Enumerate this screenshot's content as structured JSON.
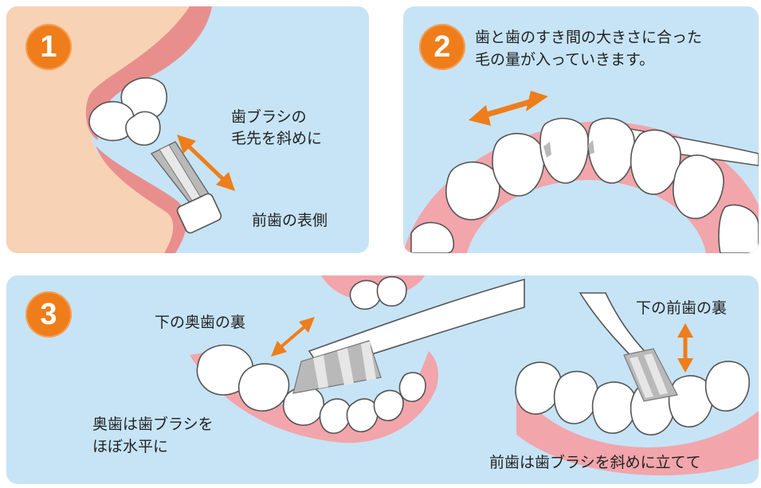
{
  "steps": [
    {
      "number": "1",
      "lines": [
        "歯ブラシの",
        "毛先を斜めに"
      ],
      "caption": "前歯の表側"
    },
    {
      "number": "2",
      "lines": [
        "歯と歯のすき間の大きさに合った",
        "毛の量が入っていきます。"
      ]
    },
    {
      "number": "3",
      "left_title": "下の奥歯の裏",
      "left_lines": [
        "奥歯は歯ブラシを",
        "ほぼ水平に"
      ],
      "right_title": "下の前歯の裏",
      "right_caption": "前歯は歯ブラシを斜めに立てて"
    }
  ],
  "colors": {
    "panel": "#c6e4f6",
    "skin": "#f8d2b4",
    "lip": "#e88f8e",
    "gum": "#f2a5ab",
    "tooth": "#ffffff",
    "arrow": "#ef7d1a",
    "badge": "#ef7d1a",
    "bristle": "#b9b9b9"
  },
  "icons": [
    "double-arrow-icon",
    "toothbrush-icon"
  ]
}
